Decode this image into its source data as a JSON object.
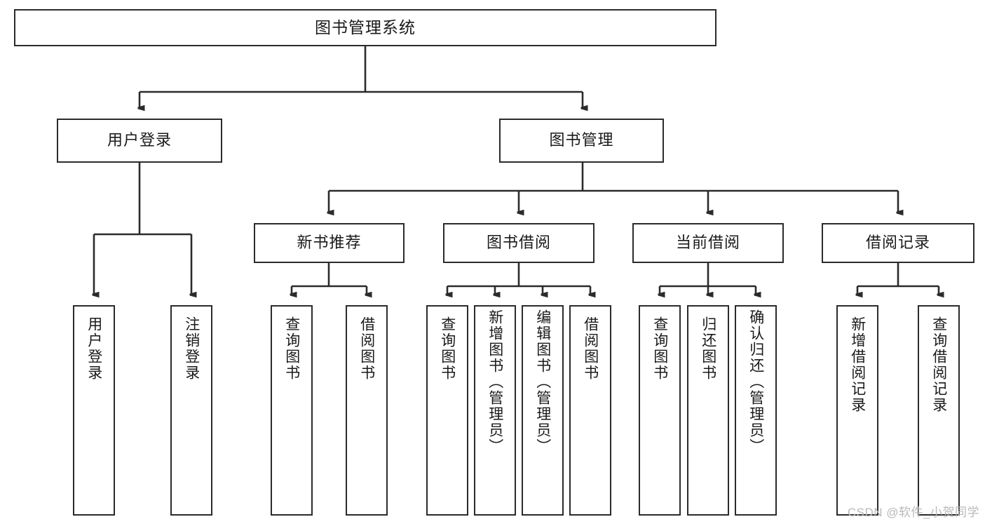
{
  "diagram": {
    "type": "tree-hierarchy",
    "title": "图书管理系统",
    "root": {
      "label": "图书管理系统"
    },
    "level2": [
      {
        "label": "用户登录"
      },
      {
        "label": "图书管理"
      }
    ],
    "level3": [
      {
        "label": "新书推荐"
      },
      {
        "label": "图书借阅"
      },
      {
        "label": "当前借阅"
      },
      {
        "label": "借阅记录"
      }
    ],
    "leaves": {
      "user_login": [
        {
          "label": "用户登录"
        },
        {
          "label": "注销登录"
        }
      ],
      "new_book_recommend": [
        {
          "label": "查询图书"
        },
        {
          "label": "借阅图书"
        }
      ],
      "book_borrow": [
        {
          "label": "查询图书"
        },
        {
          "label": "新增图书（管理员）"
        },
        {
          "label": "编辑图书（管理员）"
        },
        {
          "label": "借阅图书"
        }
      ],
      "current_borrow": [
        {
          "label": "查询图书"
        },
        {
          "label": "归还图书"
        },
        {
          "label": "确认归还（管理员）"
        }
      ],
      "borrow_record": [
        {
          "label": "新增借阅记录"
        },
        {
          "label": "查询借阅记录"
        }
      ]
    }
  },
  "watermark": {
    "text": "CSDN @软件_小贺同学"
  },
  "colors": {
    "border": "#2b2b2b",
    "text": "#1a1a1a",
    "background": "#ffffff",
    "watermark": "#b9b9b9"
  }
}
